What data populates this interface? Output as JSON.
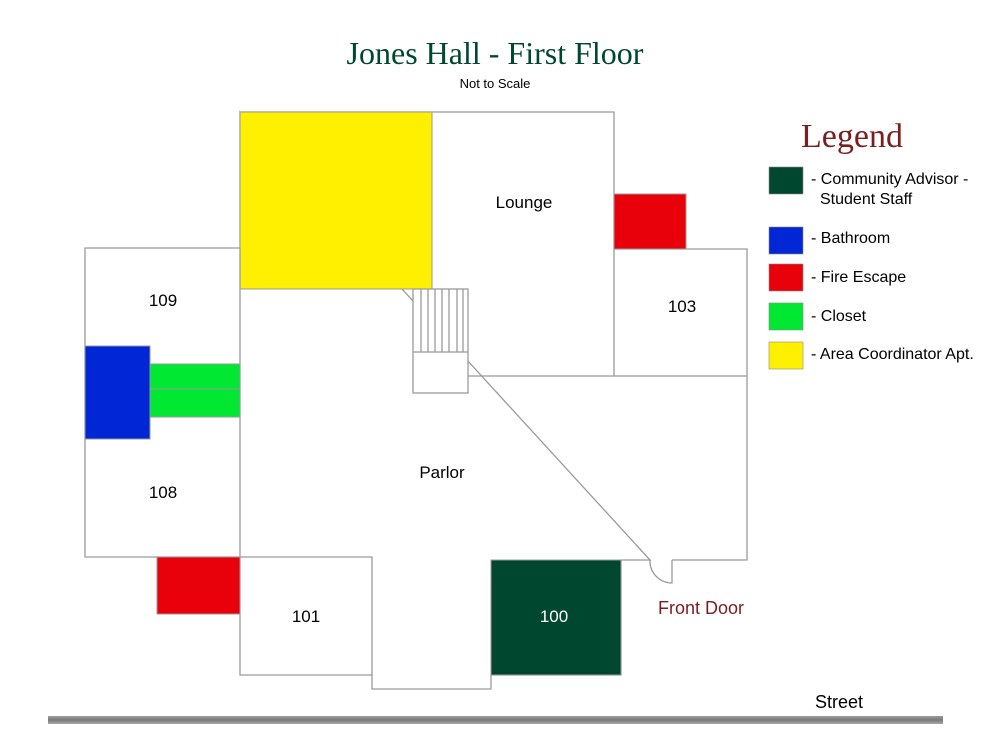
{
  "title": "Jones Hall - First Floor",
  "subtitle": "Not to Scale",
  "rooms": {
    "lounge": "Lounge",
    "r109": "109",
    "r103": "103",
    "parlor": "Parlor",
    "r108": "108",
    "r101": "101",
    "r100": "100"
  },
  "front_door": "Front Door",
  "street": "Street",
  "legend": {
    "title": "Legend",
    "items": [
      {
        "line1": "- Community Advisor -",
        "line2": "Student Staff",
        "color": "#004730"
      },
      {
        "line1": "- Bathroom",
        "color": "#0026d6"
      },
      {
        "line1": "- Fire Escape",
        "color": "#e8000b"
      },
      {
        "line1": "- Closet",
        "color": "#00e832"
      },
      {
        "line1": "- Area Coordinator Apt.",
        "color": "#fff000"
      }
    ]
  },
  "colors": {
    "title": "#004730",
    "legend_title": "#7a1f1f",
    "front_door": "#7a1f1f"
  }
}
